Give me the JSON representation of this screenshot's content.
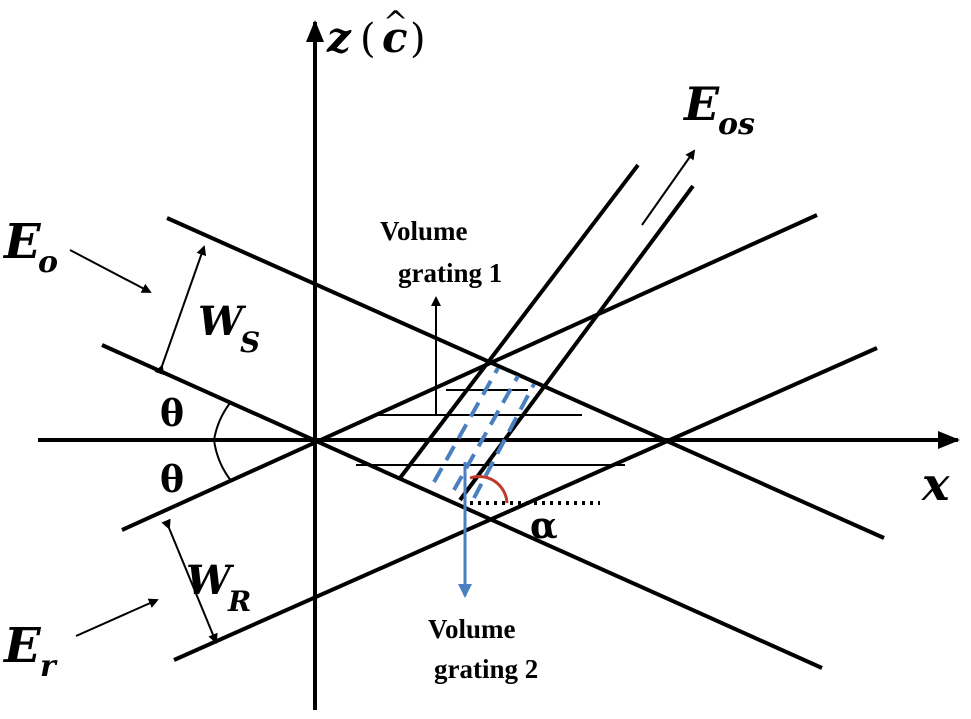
{
  "axes": {
    "z_label": "z",
    "z_paren_open": "(",
    "z_hat_c": "c",
    "z_paren_close": ")",
    "x_label": "x"
  },
  "beams": {
    "e_o": "E",
    "e_o_sub": "o",
    "e_r": "E",
    "e_r_sub": "r",
    "e_os": "E",
    "e_os_sub": "os"
  },
  "widths": {
    "w_s": "W",
    "w_s_sub": "S",
    "w_r": "W",
    "w_r_sub": "R"
  },
  "angles": {
    "theta_upper": "θ",
    "theta_lower": "θ",
    "alpha": "α"
  },
  "gratings": {
    "grating1_line1": "Volume",
    "grating1_line2": "grating 1",
    "grating2_line1": "Volume",
    "grating2_line2": "grating 2"
  },
  "colors": {
    "ink": "#000000",
    "dashed_grating": "#4a7fc0",
    "grating2_arrow": "#4a7fc0",
    "alpha_arc": "#c0392b"
  }
}
